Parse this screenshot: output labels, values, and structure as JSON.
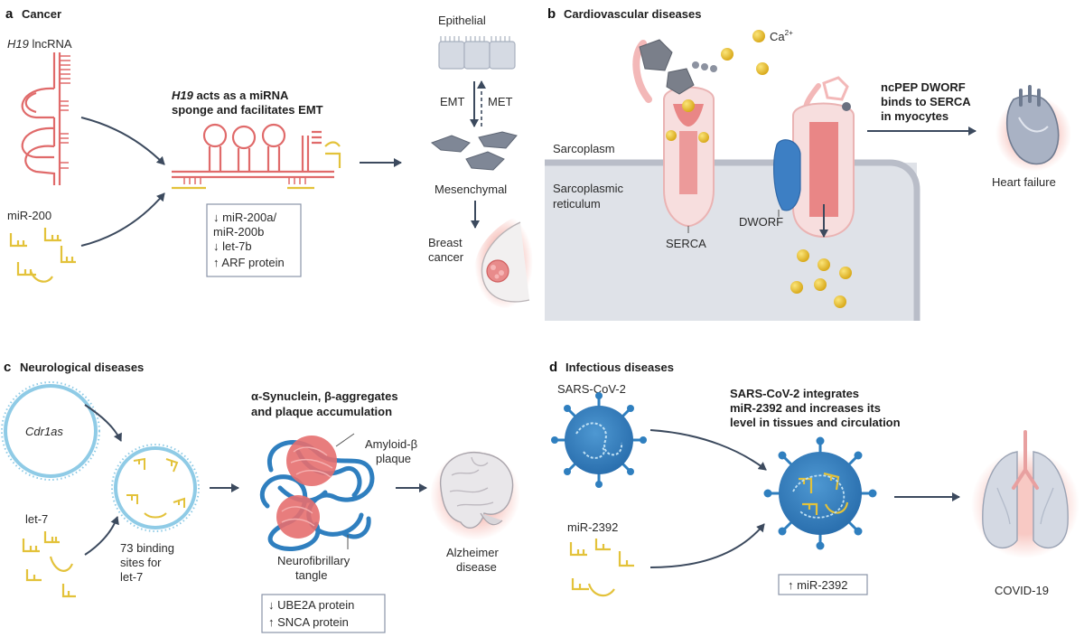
{
  "panels": {
    "a": {
      "letter": "a",
      "title": "Cancer",
      "h19_label_italic": "H19",
      "h19_label_rest": " lncRNA",
      "mir_label": "miR-200",
      "heading_italic": "H19",
      "heading_line1_rest": " acts as a miRNA",
      "heading_line2": "sponge and facilitates EMT",
      "effects": [
        "↓ miR-200a/",
        "   miR-200b",
        "↓ let-7b",
        "↑ ARF protein"
      ],
      "epithelial": "Epithelial",
      "emt": "EMT",
      "met": "MET",
      "mesenchymal": "Mesenchymal",
      "breast_cancer_line1": "Breast",
      "breast_cancer_line2": "cancer"
    },
    "b": {
      "letter": "b",
      "title": "Cardiovascular diseases",
      "calcium": "Ca",
      "calcium_sup": "2+",
      "sarcoplasm": "Sarcoplasm",
      "reticulum_line1": "Sarcoplasmic",
      "reticulum_line2": "reticulum",
      "serca": "SERCA",
      "dworf": "DWORF",
      "heading": [
        "ncPEP DWORF",
        "binds to SERCA",
        "in myocytes"
      ],
      "outcome": "Heart failure"
    },
    "c": {
      "letter": "c",
      "title": "Neurological diseases",
      "cdr1as": "Cdr1as",
      "let7": "let-7",
      "binding_sites": [
        "73 binding",
        "sites for",
        "let-7"
      ],
      "heading": [
        "α-Synuclein, β-aggregates",
        "and plaque accumulation"
      ],
      "amyloid": [
        "Amyloid-β",
        "plaque"
      ],
      "tangle": [
        "Neurofibrillary",
        "tangle"
      ],
      "effects": [
        "↓ UBE2A protein",
        "↑ SNCA protein"
      ],
      "outcome": [
        "Alzheimer",
        "disease"
      ]
    },
    "d": {
      "letter": "d",
      "title": "Infectious diseases",
      "virus": "SARS-CoV-2",
      "mir": "miR-2392",
      "heading": [
        "SARS-CoV-2 integrates",
        "miR-2392 and increases its",
        "level in tissues and circulation"
      ],
      "effect": "↑ miR-2392",
      "outcome": "COVID-19"
    }
  },
  "colors": {
    "rna_red": "#e06a6a",
    "mirna_yellow": "#e3c23a",
    "circ_blue": "#8fcbe6",
    "arrow": "#3c4a5e",
    "protein_pink": "#f3b8b8",
    "dworf_blue": "#3d7fc4",
    "calcium_gold": "#e7c234",
    "virus_blue": "#2f7fbf",
    "glow": "#f6c7c2"
  }
}
